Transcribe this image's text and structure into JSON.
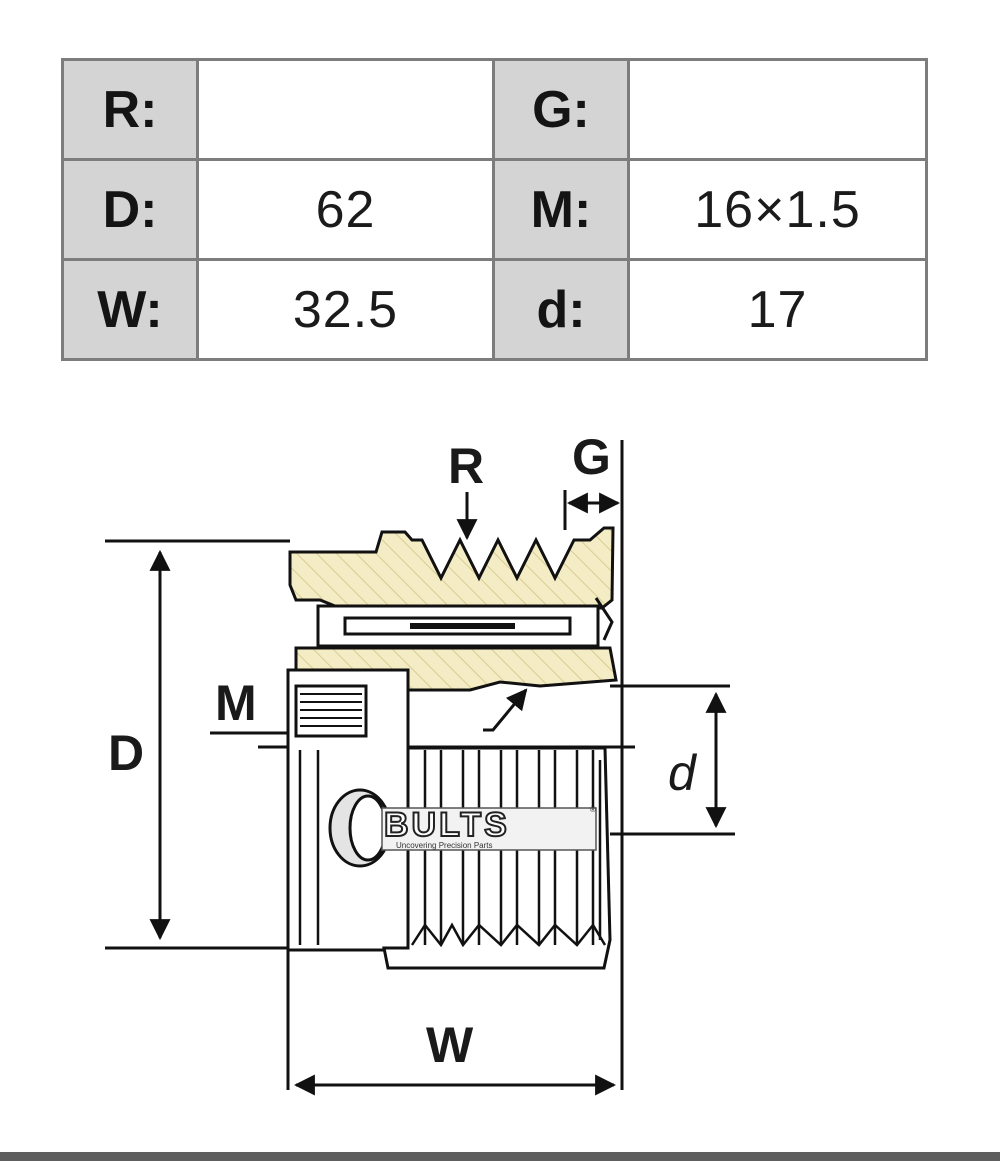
{
  "spec_table": {
    "rows": [
      {
        "label1": "R:",
        "value1": "",
        "label2": "G:",
        "value2": ""
      },
      {
        "label1": "D:",
        "value1": "62",
        "label2": "M:",
        "value2": "16×1.5"
      },
      {
        "label1": "W:",
        "value1": "32.5",
        "label2": "d:",
        "value2": "17"
      }
    ]
  },
  "diagram": {
    "labels": {
      "R": "R",
      "G": "G",
      "M": "M",
      "D": "D",
      "d": "d",
      "W": "W"
    },
    "logo": {
      "brand": "BULTS",
      "tagline": "Uncovering Precision Parts",
      "registered": "®"
    }
  },
  "colors": {
    "label_cell": "#d4d4d4",
    "border": "#7d7d7d",
    "hatch_fill": "#f4ecc4",
    "bottom_bar": "#5e5e5e"
  }
}
